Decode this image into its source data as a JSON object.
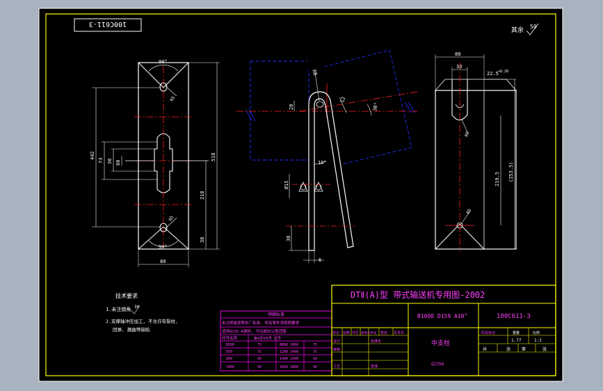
{
  "drawing_number": "100C611-3",
  "roughness_note": "其余",
  "roughness_value": "50",
  "left_view": {
    "dims": [
      "90°",
      "442",
      "73",
      "36",
      "88",
      "518",
      "218",
      "38",
      "90°",
      "80",
      "R5",
      "R5"
    ]
  },
  "middle_view": {
    "dims": [
      "R8",
      "20",
      "12",
      "30°",
      "10°",
      "Ø15",
      "38",
      "6"
    ]
  },
  "right_view": {
    "dims": [
      "80",
      "33",
      "22.5",
      "+0.20",
      "R8",
      "219.5",
      "(253.5)",
      "R5"
    ]
  },
  "tech_req": {
    "title": "技术要求",
    "line1": "1.未注倒角",
    "line1_val": "30",
    "line2": "2.支撑轴冲压加工, 不允许有裂纹,",
    "line3": "回弹, 翘曲等缺陷"
  },
  "material_table": {
    "header": "明细标准",
    "note1": "未注明者按照本厂标准, 所有零件须按照要求",
    "note2": "适用Q235-A钢材, 不应超出公差范围",
    "row_head": "代号名称",
    "col_head": "第4至9代号 型号",
    "rows": [
      [
        "B500",
        "75",
        "B800 1000",
        "75"
      ],
      [
        "650",
        "75",
        "1200 1400",
        "75"
      ],
      [
        "800",
        "90",
        "1400 1600",
        "90"
      ],
      [
        "1000",
        "90",
        "1600 1800",
        "90"
      ]
    ]
  },
  "title_block": {
    "title": "DTⅡ(A)型  带式输送机专用图-2002",
    "spec": "B1000 D159 A10°",
    "code": "100C611-3",
    "part_name": "中支柱",
    "material": "Q235A",
    "labels": [
      "标记",
      "处数",
      "分区",
      "更改文件号",
      "签名",
      "年月日",
      "设计",
      "审核",
      "工艺",
      "标准化",
      "批准",
      "阶段标记",
      "重量",
      "比例"
    ],
    "weight": "1.77",
    "scale": "1:2",
    "sheet_labels": [
      "共",
      "张",
      "第",
      "张"
    ]
  }
}
